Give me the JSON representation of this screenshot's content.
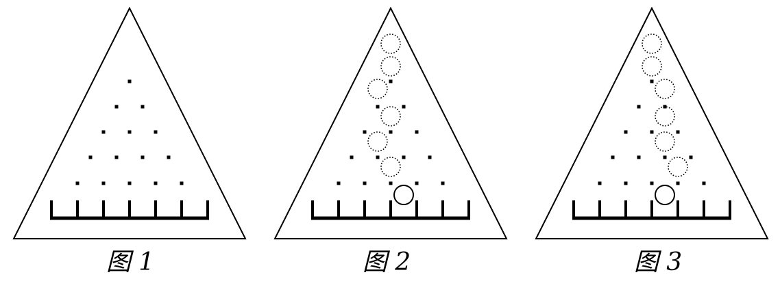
{
  "figures": [
    {
      "caption": "图 1",
      "ball_path_columns": [],
      "final_ball_slot": null
    },
    {
      "caption": "图 2",
      "ball_path_columns": [
        0,
        0,
        -0.5,
        0,
        -0.5,
        0
      ],
      "final_ball_slot": 3
    },
    {
      "caption": "图 3",
      "ball_path_columns": [
        0,
        0,
        0.5,
        0.5,
        0.5,
        1
      ],
      "final_ball_slot": 3
    }
  ]
}
